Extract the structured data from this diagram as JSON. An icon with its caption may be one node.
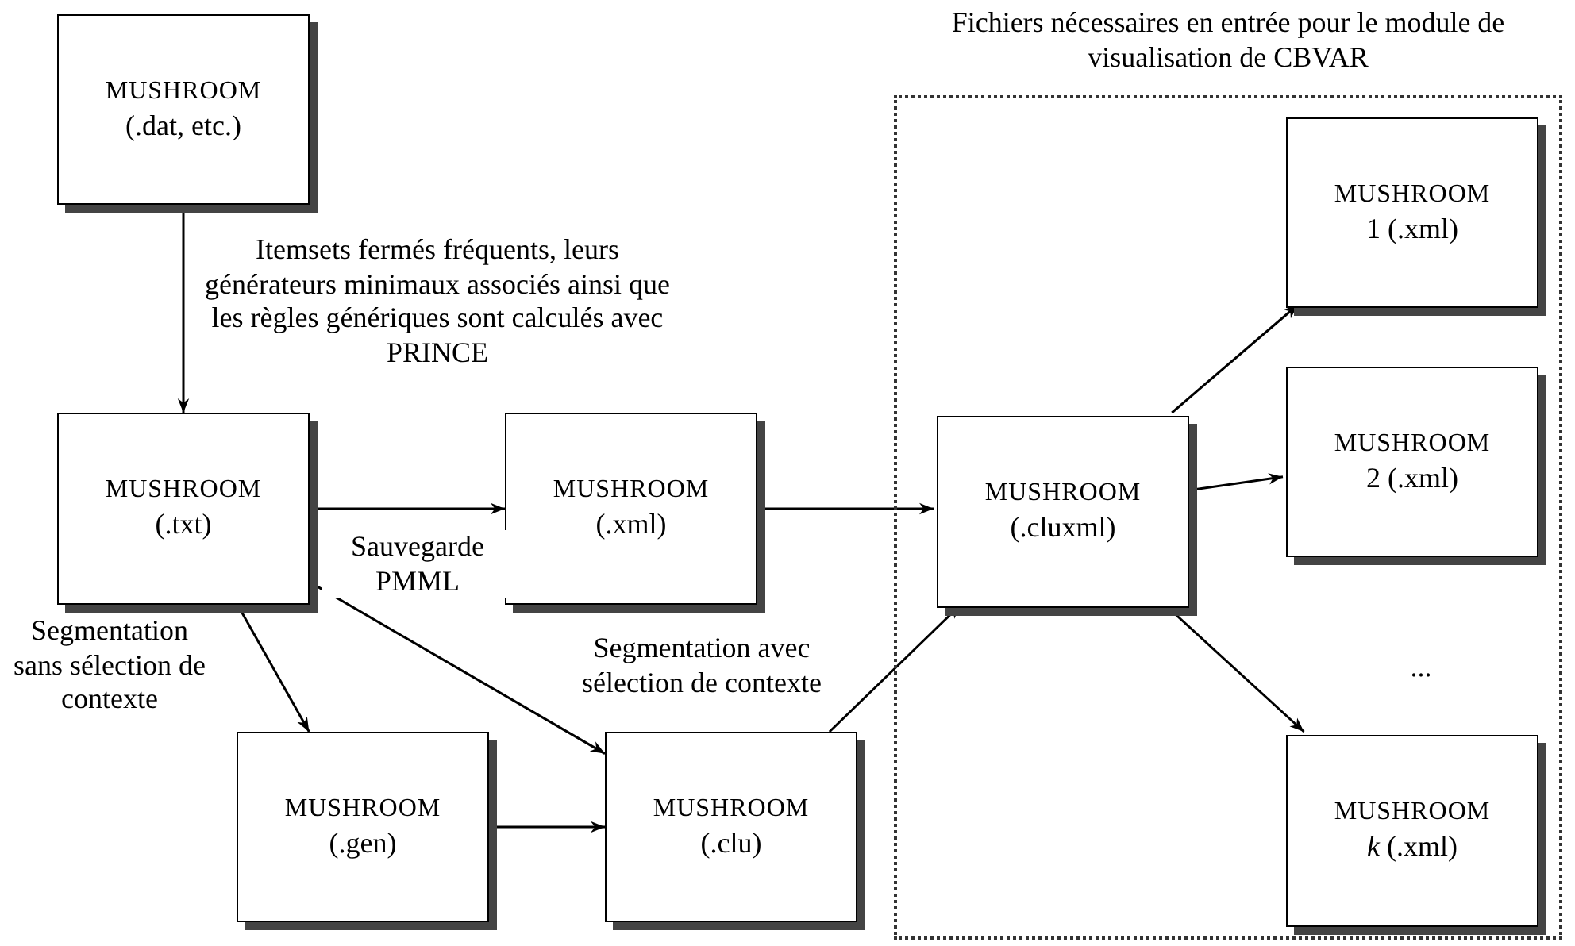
{
  "diagram": {
    "nodes": [
      {
        "text": [
          "MUSHROOM",
          "(.dat, etc.)"
        ]
      },
      {
        "text": [
          "MUSHROOM",
          "(.txt)"
        ]
      },
      {
        "text": [
          "MUSHROOM",
          "(.xml)"
        ]
      },
      {
        "text": [
          "MUSHROOM",
          "(.gen)"
        ]
      },
      {
        "text": [
          "MUSHROOM",
          "(.clu)"
        ]
      },
      {
        "text": [
          "Fichiers nécessaires en entrée pour le module de visualisation de CBVAR"
        ]
      },
      {
        "text": [
          "MUSHROOM",
          "(.cluxml)"
        ],
        "in": 5
      },
      {
        "text": [
          "MUSHROOM",
          "1 (.xml)"
        ],
        "in": 5
      },
      {
        "text": [
          "MUSHROOM",
          "2 (.xml)"
        ],
        "in": 5
      },
      {
        "text": [
          "MUSHROOM",
          "*k* (.xml)"
        ],
        "in": 5
      }
    ],
    "edges": [
      {
        "from": 0,
        "to": 1,
        "arrow": "to",
        "label": "Itemsets fermés fréquents, leurs générateurs minimaux associés ainsi que les règles génériques sont calculés avec PRINCE"
      },
      {
        "from": 1,
        "to": 2,
        "arrow": "to",
        "label": "Sauvegarde PMML"
      },
      {
        "from": 1,
        "to": 3,
        "arrow": "to",
        "label": "Segmentation sans sélection de contexte"
      },
      {
        "from": 1,
        "to": 4,
        "arrow": "to",
        "label": "Segmentation avec sélection de contexte"
      },
      {
        "from": 3,
        "to": 4,
        "arrow": "to"
      },
      {
        "from": 4,
        "to": 6,
        "arrow": "to"
      },
      {
        "from": 2,
        "to": 6,
        "arrow": "to"
      },
      {
        "from": 6,
        "to": 7,
        "arrow": "to"
      },
      {
        "from": 6,
        "to": 8,
        "arrow": "to"
      },
      {
        "from": 6,
        "to": 9,
        "arrow": "to"
      }
    ],
    "labels": [
      "..."
    ]
  }
}
